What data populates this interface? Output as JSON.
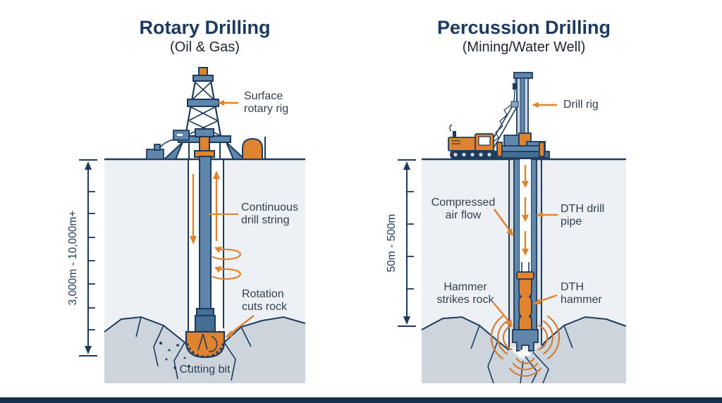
{
  "left_panel": {
    "title": "Rotary Drilling",
    "subtitle": "(Oil & Gas)",
    "depth_range": "3,000m - 10,000m+",
    "labels": {
      "rig": "Surface rotary rig",
      "drill_string": "Continuous drill string",
      "rotation": "Rotation cuts rock",
      "bit": "Cutting bit"
    }
  },
  "right_panel": {
    "title": "Percussion Drilling",
    "subtitle": "(Mining/Water Well)",
    "depth_range": "50m - 500m",
    "labels": {
      "rig": "Drill rig",
      "air": "Compressed air flow",
      "pipe": "DTH drill pipe",
      "hammer_action": "Hammer strikes rock",
      "hammer": "DTH hammer"
    }
  },
  "colors": {
    "navy_outline": "#1E3A5C",
    "orange_accent": "#E0832F",
    "steel_blue": "#5E87AB",
    "steel_dark": "#466F96",
    "soil_fill": "#EDF1F5",
    "rock_fill": "#CCD4DC",
    "annulus_fill": "#DCE1E8",
    "footer_bar": "#16304E"
  }
}
